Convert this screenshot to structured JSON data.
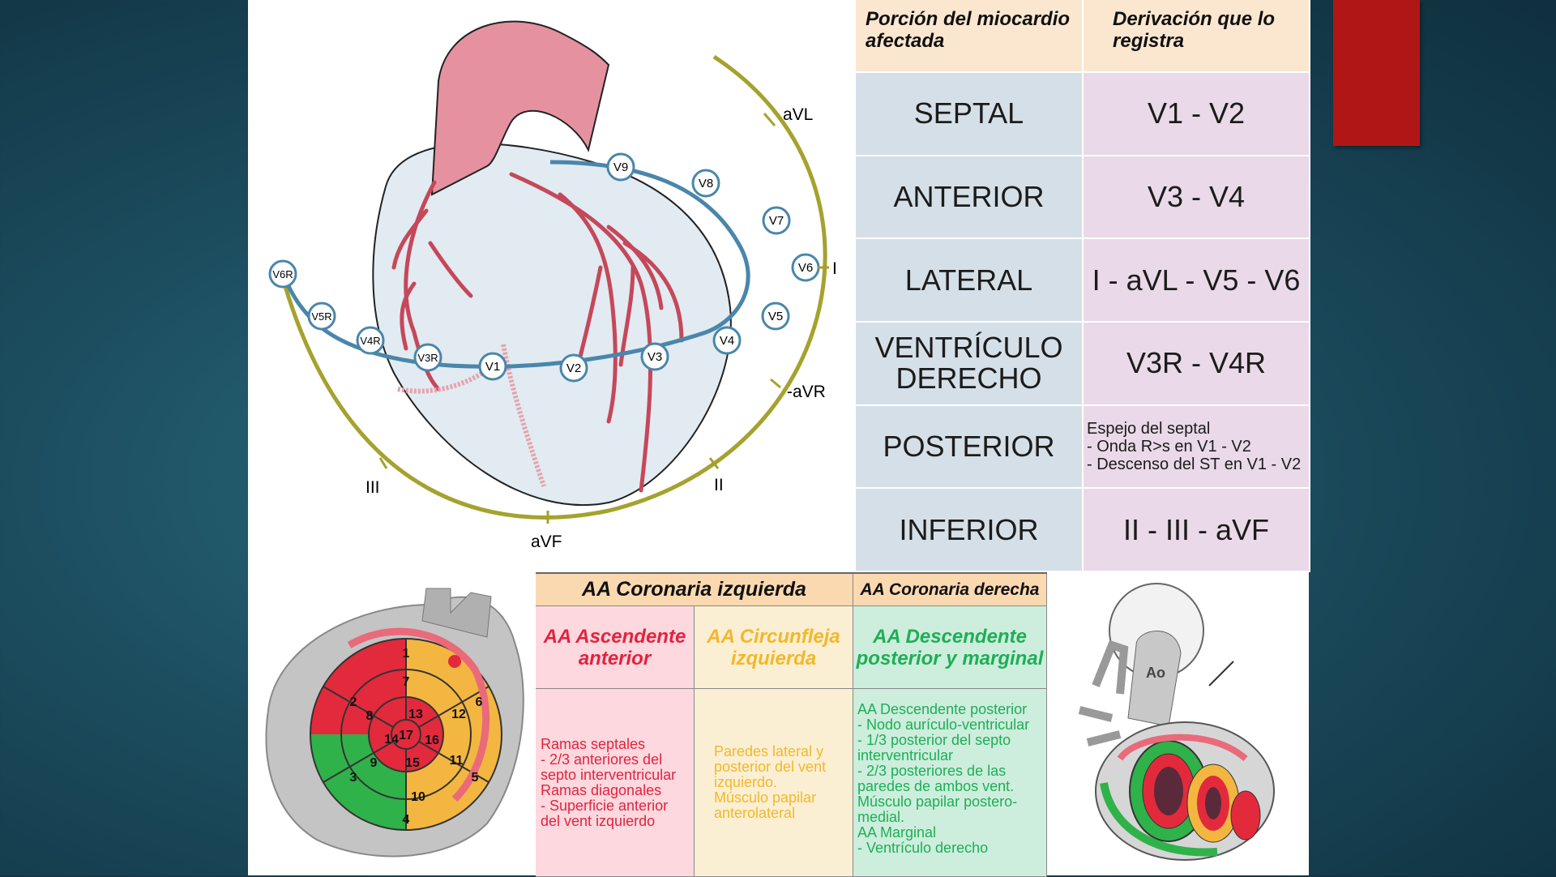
{
  "lead_table": {
    "headers": [
      "Porción del miocardio afectada",
      "Derivación que lo registra"
    ],
    "rows": [
      {
        "region": "SEPTAL",
        "leads": "V1 - V2"
      },
      {
        "region": "ANTERIOR",
        "leads": "V3 - V4"
      },
      {
        "region": "LATERAL",
        "leads": "I - aVL - V5 - V6"
      },
      {
        "region": "VENTRÍCULO DERECHO",
        "leads": "V3R - V4R"
      },
      {
        "region": "POSTERIOR",
        "leads": "Espejo del septal\n- Onda R>s en V1 - V2\n- Descenso del ST en V1 - V2"
      },
      {
        "region": "INFERIOR",
        "leads": "II - III - aVF"
      }
    ]
  },
  "heart_diagram": {
    "precordial_leads": [
      "V6R",
      "V5R",
      "V4R",
      "V3R",
      "V1",
      "V2",
      "V3",
      "V4",
      "V5",
      "V6",
      "V7",
      "V8",
      "V9"
    ],
    "limb_leads": [
      "aVL",
      "I",
      "-aVR",
      "II",
      "aVF",
      "III"
    ]
  },
  "bullseye": {
    "segments": [
      "1",
      "2",
      "3",
      "4",
      "5",
      "6",
      "7",
      "8",
      "9",
      "10",
      "11",
      "12",
      "13",
      "14",
      "15",
      "16",
      "17"
    ]
  },
  "aorta_label": "Ao",
  "coronary_table": {
    "left_header": "AA Coronaria izquierda",
    "right_header": "AA Coronaria derecha",
    "columns": [
      {
        "title": "AA Ascendente anterior",
        "text": "Ramas septales\n- 2/3 anteriores del septo interventricular\nRamas diagonales\n- Superficie anterior del vent izquierdo"
      },
      {
        "title": "AA Circunfleja izquierda",
        "text": "Paredes lateral y posterior del vent izquierdo.\nMúsculo papilar anterolateral"
      },
      {
        "title": "AA Descendente posterior y marginal",
        "text": "AA Descendente posterior\n- Nodo aurículo-ventricular\n- 1/3 posterior del septo interventricular\n- 2/3 posteriores de las paredes de ambos vent.\nMúsculo papilar postero-medial.\nAA Marginal\n- Ventrículo derecho"
      }
    ]
  },
  "colors": {
    "lad": "#e0243f",
    "circumflex": "#f2b82a",
    "rca": "#1fae56",
    "lead_ring": "#4a86aa",
    "limb_arc": "#a5a22e",
    "accent_tab": "#b01616"
  }
}
